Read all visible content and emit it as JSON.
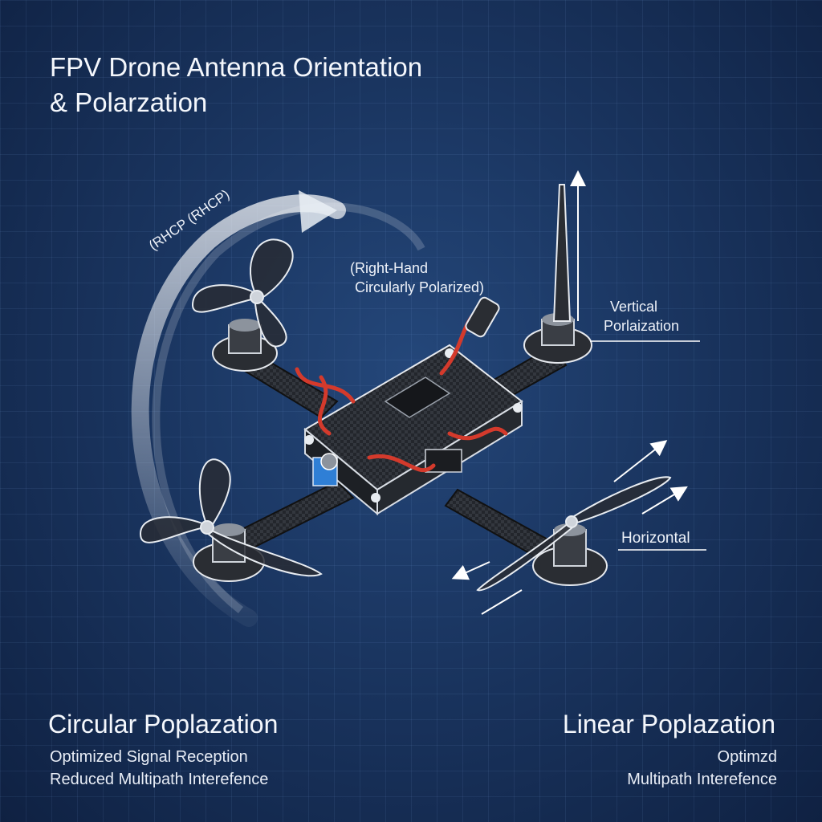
{
  "title": {
    "line1": "FPV Drone Antenna Orientation",
    "line2": "& Polarzation"
  },
  "labels": {
    "rhcp_arc": "(RHCP (RHCP)",
    "rhcp_desc_line1": "(Right-Hand",
    "rhcp_desc_line2": "Circularly Polarized)",
    "vertical_line1": "Vertical",
    "vertical_line2": "Porlaization",
    "horizontal": "Horizontal"
  },
  "circular": {
    "heading": "Circular Poplazation",
    "line1": "Optimized Signal Reception",
    "line2": "Reduced Multipath Interefence"
  },
  "linear": {
    "heading": "Linear Poplazation",
    "line1": "Optimzd",
    "line2": "Multipath Interefence"
  },
  "colors": {
    "background": "#1a3560",
    "wire_red": "#d43a2c",
    "carbon": "#2a2d33",
    "accent_blue": "#2f7fd6"
  },
  "icons": [
    "drone-icon",
    "propeller-icon",
    "antenna-icon",
    "motor-icon",
    "arrow-icon"
  ]
}
